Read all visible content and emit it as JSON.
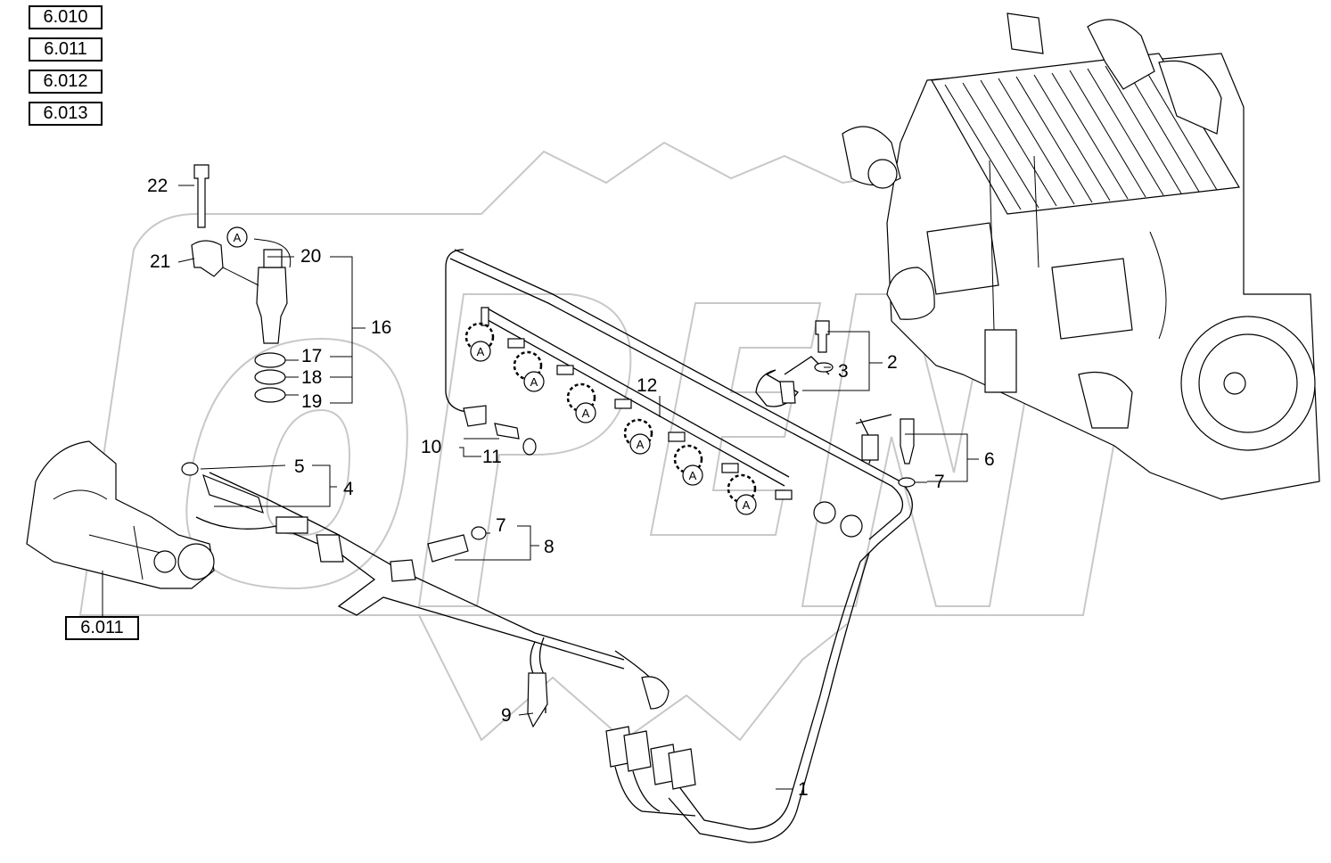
{
  "reference_boxes": {
    "top": [
      "6.010",
      "6.011",
      "6.012",
      "6.013"
    ],
    "pump": "6.011"
  },
  "callouts": {
    "c1": "1",
    "c2": "2",
    "c3": "3",
    "c4": "4",
    "c5": "5",
    "c6": "6",
    "c7a": "7",
    "c7b": "7",
    "c8": "8",
    "c9": "9",
    "c10": "10",
    "c11": "11",
    "c12": "12",
    "c16": "16",
    "c17": "17",
    "c18": "18",
    "c19": "19",
    "c20": "20",
    "c21": "21",
    "c22": "22"
  },
  "connector_markers": [
    "A",
    "A",
    "A",
    "A",
    "A",
    "A",
    "A"
  ],
  "watermark": "OPEN"
}
